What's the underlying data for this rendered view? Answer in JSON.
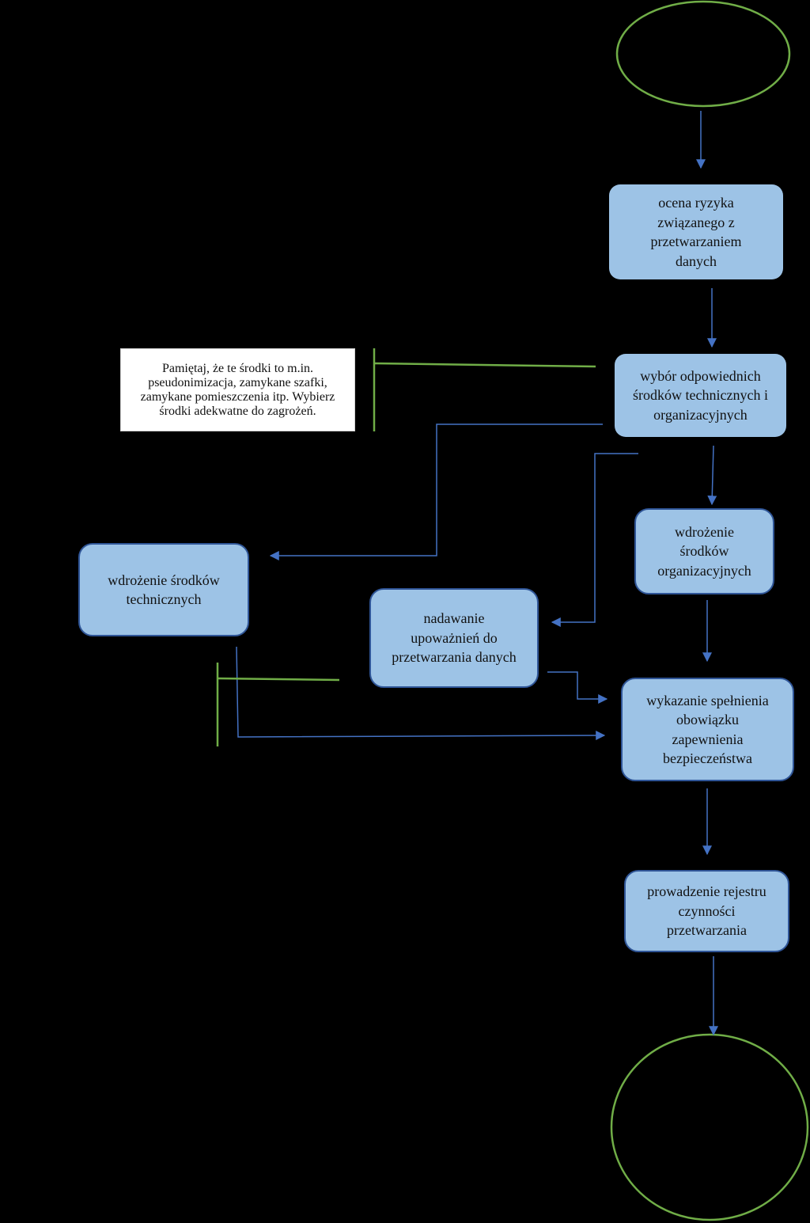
{
  "colors": {
    "background": "#000000",
    "node_fill": "#9dc3e6",
    "node_border": "#2f5597",
    "arrow": "#4472c4",
    "bracket": "#70ad47",
    "terminal": "#70ad47",
    "note_fill": "#ffffff",
    "text": "#111111"
  },
  "nodes": {
    "risk_assessment": "ocena ryzyka\nzwiązanego z\nprzetwarzaniem\ndanych",
    "measure_selection": "wybór odpowiednich\nśrodków technicznych i\norganizacyjnych",
    "organizational_measures": "wdrożenie\nśrodków\norganizacyjnych",
    "technical_measures": "wdrożenie środków\ntechnicznych",
    "authorizations": "nadawanie\nupoważnień do\nprzetwarzania danych",
    "security_demonstration": "wykazanie spełnienia\nobowiązku\nzapewnienia\nbezpieczeństwa",
    "processing_register": "prowadzenie rejestru\nczynności\nprzetwarzania"
  },
  "note": {
    "text": "Pamiętaj, że te środki to m.in.\npseudonimizacja, zamykane szafki,\nzamykane pomieszczenia itp. Wybierz\nśrodki adekwatne do zagrożeń."
  }
}
